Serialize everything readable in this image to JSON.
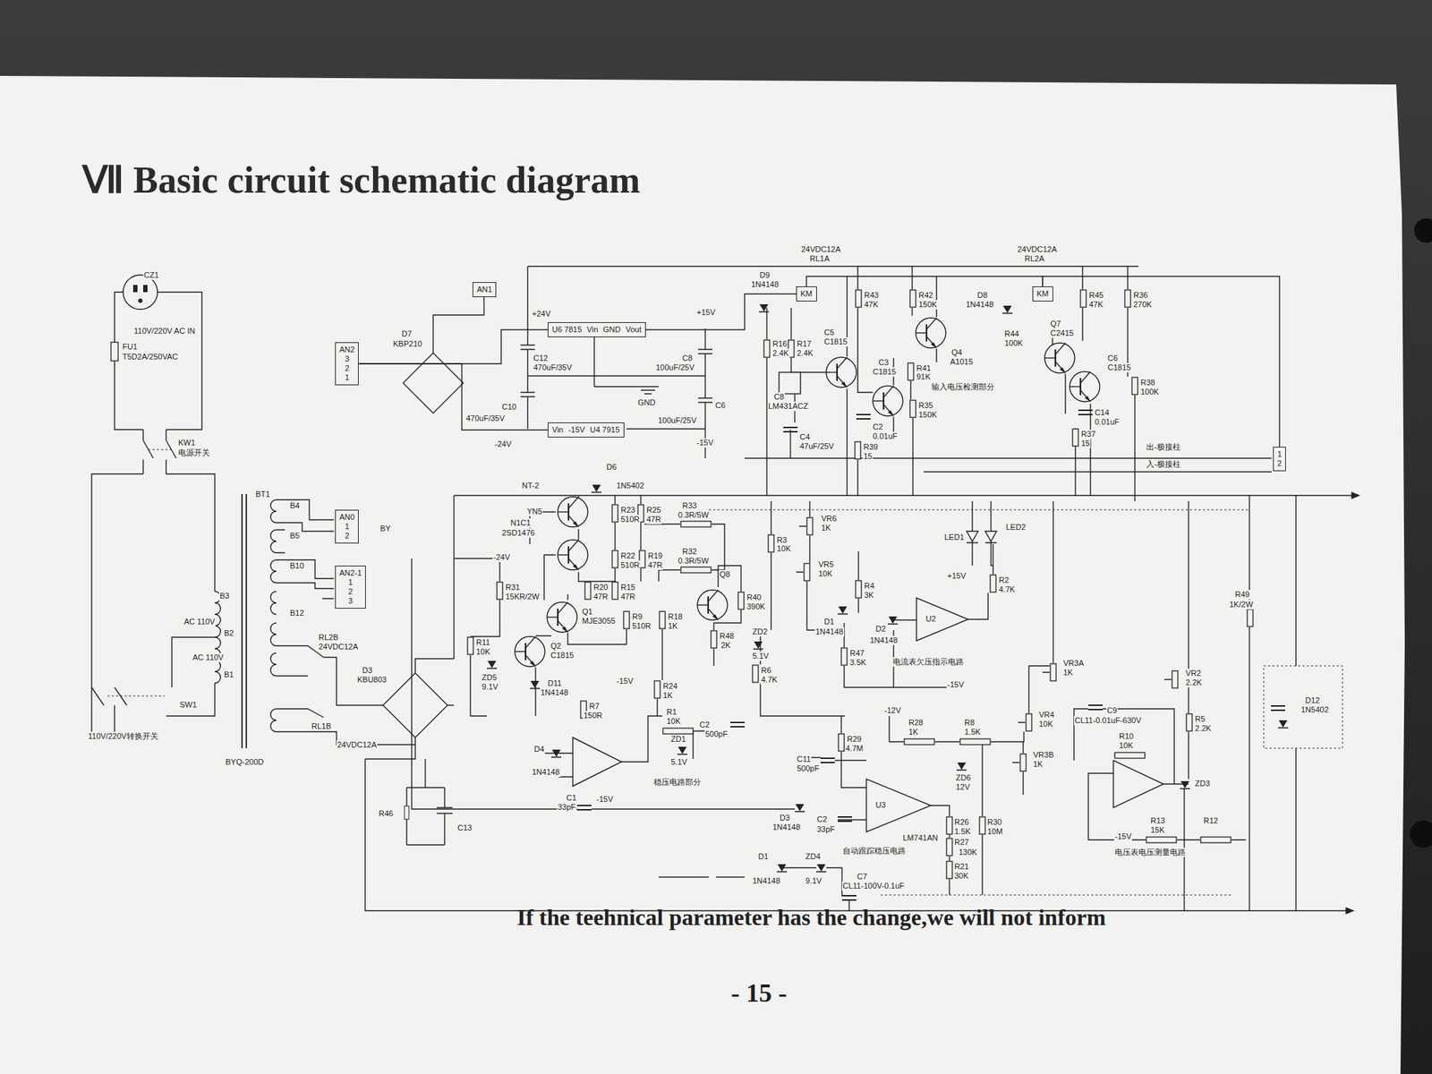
{
  "diagram": {
    "title": "Ⅶ Basic circuit schematic diagram",
    "caption": "If the teehnical parameter has the change,we will not inform",
    "nodes": [
      {
        "text": [
          "AN1"
        ]
      },
      {
        "text": [
          "AN2",
          "3",
          "2",
          "1"
        ]
      },
      {
        "text": [
          "U6 7815",
          "Vin",
          "GND",
          "Vout"
        ]
      },
      {
        "text": [
          "Vin",
          "-15V",
          "U4 7915"
        ]
      },
      {
        "text": [
          "KM"
        ]
      },
      {
        "text": [
          "KM"
        ]
      },
      {
        "text": [
          "AN0",
          "1",
          "2"
        ]
      },
      {
        "text": [
          "AN2-1",
          "1",
          "2",
          "3"
        ]
      },
      {
        "text": [
          "1",
          "2"
        ]
      }
    ],
    "edges": [
      {
        "from": 1,
        "to": 2,
        "arrow": "none"
      },
      {
        "from": 1,
        "to": 3,
        "arrow": "none"
      },
      {
        "from": 2,
        "to": 4,
        "arrow": "none"
      },
      {
        "from": 4,
        "to": 5,
        "arrow": "none"
      },
      {
        "from": 5,
        "to": 8,
        "arrow": "none"
      }
    ],
    "labels": [
      "CZ1",
      "110V/220V AC IN",
      "FU1",
      "T5D2A/250VAC",
      "KW1",
      "电源开关",
      "B3",
      "AC 110V",
      "B2",
      "AC 110V",
      "B1",
      "SW1",
      "110V/220V转换开关",
      "BT1",
      "BYQ-200D",
      "B4",
      "B5",
      "B10",
      "B12",
      "BY",
      "RL2B",
      "24VDC12A",
      "RL1B",
      "24VDC12A",
      "D3",
      "KBU803",
      "R46",
      "C13",
      "+24V",
      "D7",
      "KBP210",
      "C12",
      "470uF/35V",
      "C10",
      "470uF/35V",
      "-24V",
      "+15V",
      "C8",
      "100uF/25V",
      "GND",
      "C6",
      "100uF/25V",
      "-15V",
      "24VDC12A",
      "RL1A",
      "24VDC12A",
      "RL2A",
      "D9",
      "1N4148",
      "R43",
      "47K",
      "R42",
      "150K",
      "D8",
      "1N4148",
      "R45",
      "47K",
      "R36",
      "270K",
      "R16",
      "2.4K",
      "R17",
      "2.4K",
      "C5",
      "C1815",
      "C3",
      "C1815",
      "R44",
      "100K",
      "Q7",
      "C2415",
      "Q4",
      "A1015",
      "R41",
      "91K",
      "输入电压检测部分",
      "C6",
      "C1815",
      "C14",
      "0.01uF",
      "R38",
      "100K",
      "R35",
      "150K",
      "C2",
      "0.01uF",
      "R39",
      "15",
      "R37",
      "15",
      "C8",
      "LM431ACZ",
      "C4",
      "47uF/25V",
      "出-极接柱",
      "入-极接柱",
      "D6",
      "1N5402",
      "NT-2",
      "YN5",
      "N1C1",
      "2SD1476",
      "R23",
      "510R",
      "R25",
      "47R",
      "R33",
      "0.3R/5W",
      "R22",
      "510R",
      "R19",
      "47R",
      "R32",
      "0.3R/5W",
      "Q8",
      "-24V",
      "R31",
      "15KR/2W",
      "R20",
      "47R",
      "R15",
      "47R",
      "Q1",
      "MJE3055",
      "R9",
      "510R",
      "R18",
      "1K",
      "R40",
      "390K",
      "R48",
      "2K",
      "R11",
      "10K",
      "Q2",
      "C1815",
      "ZD5",
      "9.1V",
      "D11",
      "1N4148",
      "-15V",
      "R24",
      "1K",
      "R7",
      "150R",
      "R1",
      "10K",
      "C2",
      "500pF",
      "ZD1",
      "5.1V",
      "D4",
      "1N4148",
      "C1",
      "33pF",
      "-15V",
      "稳压电路部分",
      "ZD2",
      "5.1V",
      "R6",
      "4.7K",
      "R3",
      "10K",
      "VR6",
      "1K",
      "VR5",
      "10K",
      "R4",
      "3K",
      "D1",
      "1N4148",
      "D2",
      "1N4148",
      "R47",
      "3.5K",
      "电流表欠压指示电路",
      "-15V",
      "+15V",
      "U2",
      "LED1",
      "LED2",
      "R2",
      "4.7K",
      "VR3A",
      "1K",
      "VR4",
      "10K",
      "-12V",
      "R28",
      "1K",
      "R8",
      "1.5K",
      "R29",
      "4.7M",
      "C11",
      "500pF",
      "ZD6",
      "12V",
      "U3",
      "LM741AN",
      "VR3B",
      "1K",
      "D3",
      "1N4148",
      "C2",
      "33pF",
      "R26",
      "1.5K",
      "R30",
      "10M",
      "R27",
      "130K",
      "R21",
      "30K",
      "自动跟踪稳压电路",
      "C7",
      "CL11-100V-0.1uF",
      "D1",
      "1N4148",
      "ZD4",
      "9.1V",
      "C9",
      "CL11-0.01uF-630V",
      "R10",
      "10K",
      "R13",
      "15K",
      "R12",
      "-15V",
      "电压表电压测量电路",
      "VR2",
      "2.2K",
      "R5",
      "2.2K",
      "ZD3",
      "R49",
      "1K/2W",
      "D12",
      "1N5402",
      "- 15 -"
    ]
  }
}
